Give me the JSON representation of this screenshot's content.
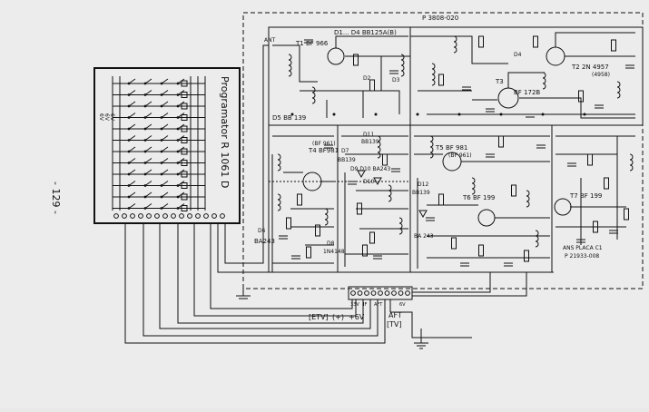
{
  "page": {
    "number": "- 129 -",
    "background": "#ececec",
    "ink": "#111111"
  },
  "programmator": {
    "title": "Programator R 1061 D",
    "side_labels": [
      "6V",
      "6V",
      "6V"
    ]
  },
  "tuner": {
    "module_code": "P 3808-020",
    "bottom_label": "ANS PLACA C1",
    "bottom_code": "P 21933-008",
    "ant_label": "ANT"
  },
  "components": [
    {
      "id": "d1",
      "text": "D1... D4 BB125A(B)"
    },
    {
      "id": "t1",
      "text": "T1 BF 966"
    },
    {
      "id": "d5",
      "text": "D5 BB 139"
    },
    {
      "id": "d11",
      "text": "D11"
    },
    {
      "id": "d11v",
      "text": "BB139"
    },
    {
      "id": "t4",
      "text": "T4 BF981"
    },
    {
      "id": "t4b",
      "text": "(BF 961)"
    },
    {
      "id": "d7",
      "text": "D7"
    },
    {
      "id": "d7v",
      "text": "BB139"
    },
    {
      "id": "d9",
      "text": "D9,D10 BA243"
    },
    {
      "id": "d8",
      "text": "D8"
    },
    {
      "id": "d8v",
      "text": "1N4148"
    },
    {
      "id": "t5",
      "text": "T5 BF 981"
    },
    {
      "id": "t5b",
      "text": "(BF 961)"
    },
    {
      "id": "d12",
      "text": "D12"
    },
    {
      "id": "d12v",
      "text": "BB139"
    },
    {
      "id": "t6",
      "text": "T6 BF 199"
    },
    {
      "id": "t3",
      "text": "T3"
    },
    {
      "id": "t3v",
      "text": "BF 172B"
    },
    {
      "id": "t2",
      "text": "T2 2N 4957"
    },
    {
      "id": "t2b",
      "text": "(4958)"
    },
    {
      "id": "d4",
      "text": "D4"
    },
    {
      "id": "t7",
      "text": "T7 BF 199"
    },
    {
      "id": "d6",
      "text": "D6"
    },
    {
      "id": "d6v",
      "text": "BA243"
    },
    {
      "id": "d3",
      "text": "D3"
    },
    {
      "id": "d2",
      "text": "D2"
    },
    {
      "id": "d10",
      "text": "D10"
    },
    {
      "id": "bav",
      "text": "BA 243"
    }
  ],
  "connector": {
    "labels": [
      "33V",
      "IF",
      "AFT",
      "6V"
    ],
    "etv": "[ETV]",
    "tv": "[TV]",
    "aft": "AFT",
    "plus": "(+)",
    "v6": "+6V"
  }
}
